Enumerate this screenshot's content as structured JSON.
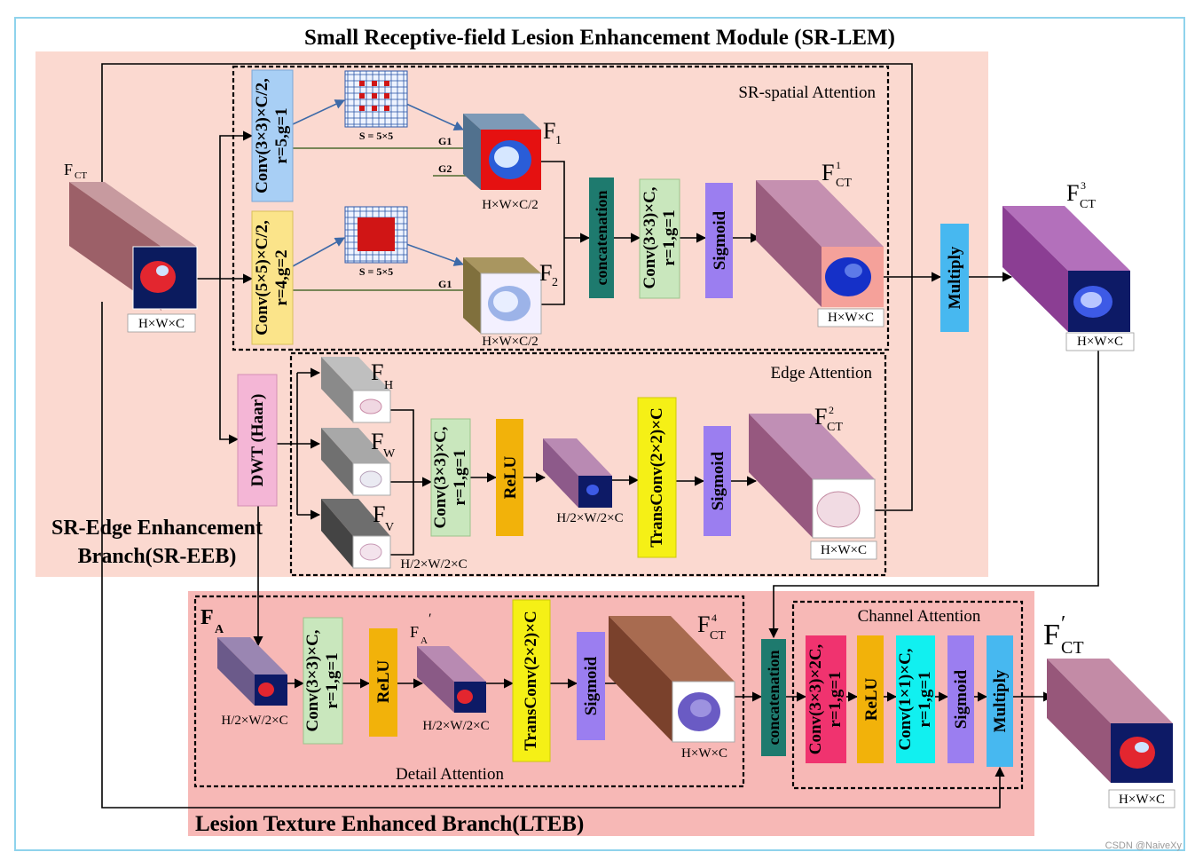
{
  "title": "Small Receptive-field Lesion Enhancement Module (SR-LEM)",
  "branches": {
    "sr_eeb_line1": "SR-Edge Enhancement",
    "sr_eeb_line2": "Branch(SR-EEB)",
    "lteb": "Lesion Texture Enhanced Branch(LTEB)"
  },
  "sections": {
    "sr_spatial": "SR-spatial Attention",
    "edge": "Edge Attention",
    "detail": "Detail Attention",
    "channel": "Channel Attention"
  },
  "blocks": {
    "conv_a_l1": "Conv(3×3)×C/2,",
    "conv_a_l2": "r=5,g=1",
    "conv_b_l1": "Conv(5×5)×C/2,",
    "conv_b_l2": "r=4,g=2",
    "concat": "concatenation",
    "conv_c_l1": "Conv(3×3)×C,",
    "conv_c_l2": "r=1,g=1",
    "sigmoid": "Sigmoid",
    "multiply": "Multiply",
    "dwt": "DWT (Haar)",
    "relu": "ReLU",
    "transconv": "TransConv(2×2)×C",
    "conv_d_l1": "Conv(3×3)×2C,",
    "conv_d_l2": "r=1,g=1",
    "conv_e_l1": "Conv(1×1)×C,",
    "conv_e_l2": "r=1,g=1"
  },
  "labels": {
    "s_top": "S = 5×5",
    "s_bot": "S = 5×5",
    "g1": "G1",
    "g2": "G2",
    "hwc": "H×W×C",
    "hwc2": "H×W×C/2",
    "h2w2c": "H/2×W/2×C",
    "f": "F",
    "sub_ct": "CT",
    "sub_1": "1",
    "sub_2": "2",
    "sub_h": "H",
    "sub_w": "W",
    "sub_v": "V",
    "sub_a": "A",
    "sup_1": "1",
    "sup_2": "2",
    "sup_3": "3",
    "sup_4": "4",
    "prime": "′"
  },
  "watermark": "CSDN @NaiveXy",
  "colors": {
    "outer_border": "#8fd3ec",
    "sr_bg": "#fbd9d0",
    "lteb_bg": "#f7b8b6",
    "conv_blue": "#a8cff5",
    "conv_yellow": "#fbe48a",
    "conv_green": "#c9e7bd",
    "concat_teal": "#1e7a6e",
    "sigmoid_purple": "#9b7ef0",
    "multiply_blue": "#47b8f0",
    "dwt_pink": "#f4b6d6",
    "relu_orange": "#f2b20a",
    "transconv_yellow": "#f5f016",
    "conv_red": "#f0336f",
    "conv_cyan": "#11f0f0"
  }
}
